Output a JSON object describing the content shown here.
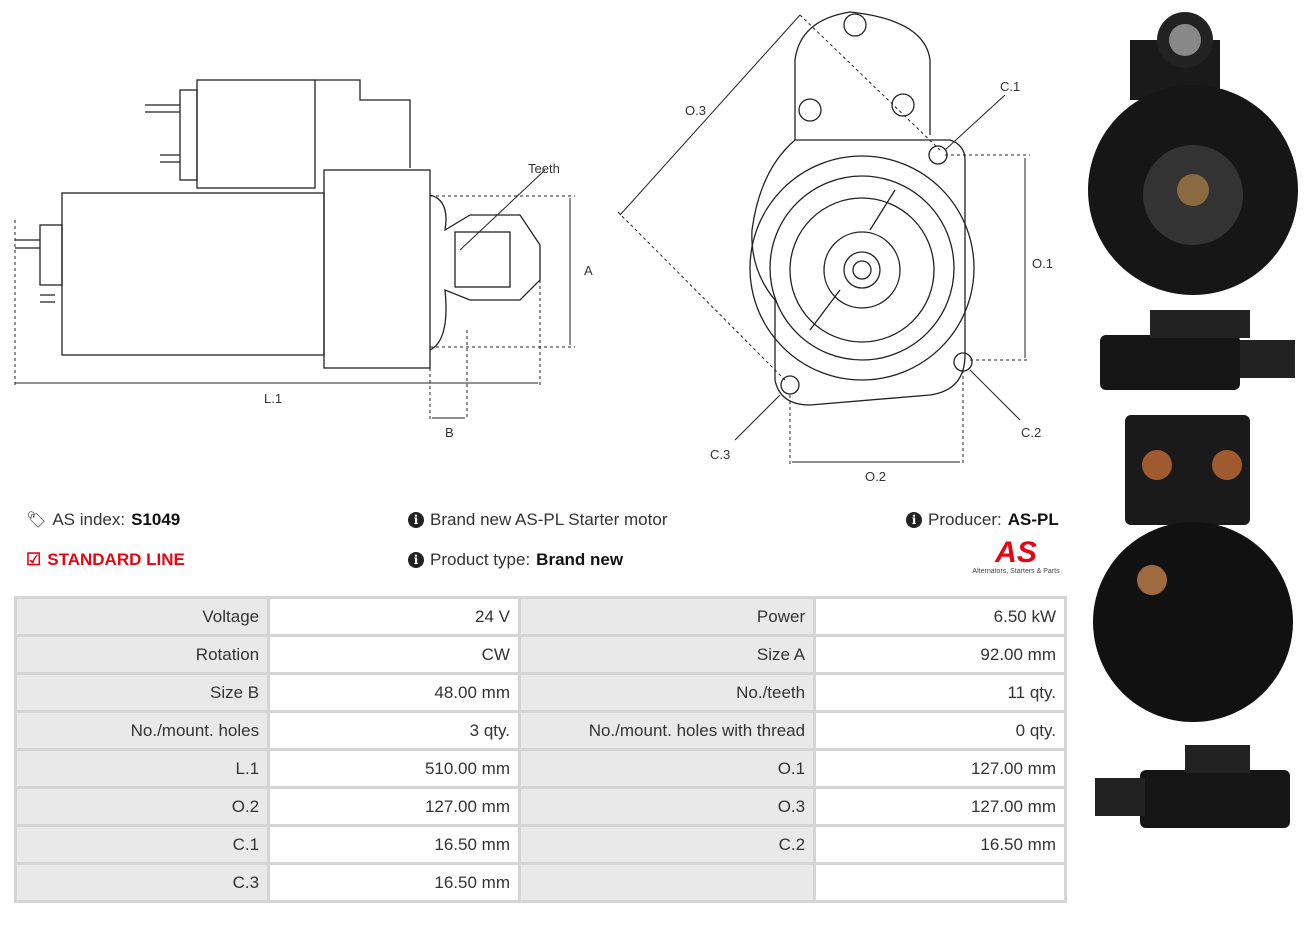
{
  "diagram": {
    "teeth_label": "Teeth",
    "a": "A",
    "b": "B",
    "l1": "L.1",
    "o1": "O.1",
    "o2": "O.2",
    "o3": "O.3",
    "c1": "C.1",
    "c2": "C.2",
    "c3": "C.3"
  },
  "header": {
    "as_index_label": "AS index:",
    "as_index_value": "S1049",
    "line": "STANDARD LINE",
    "description": "Brand new AS-PL Starter motor",
    "product_type_label": "Product type:",
    "product_type_value": "Brand new",
    "producer_label": "Producer:",
    "producer_value": "AS-PL",
    "logo_text": "AS",
    "logo_tagline": "Alternators, Starters & Parts"
  },
  "specs": [
    [
      "Voltage",
      "24 V",
      "Power",
      "6.50 kW"
    ],
    [
      "Rotation",
      "CW",
      "Size A",
      "92.00 mm"
    ],
    [
      "Size B",
      "48.00 mm",
      "No./teeth",
      "11 qty."
    ],
    [
      "No./mount. holes",
      "3 qty.",
      "No./mount. holes with thread",
      "0 qty."
    ],
    [
      "L.1",
      "510.00 mm",
      "O.1",
      "127.00 mm"
    ],
    [
      "O.2",
      "127.00 mm",
      "O.3",
      "127.00 mm"
    ],
    [
      "C.1",
      "16.50 mm",
      "C.2",
      "16.50 mm"
    ],
    [
      "C.3",
      "16.50 mm",
      "",
      ""
    ]
  ]
}
